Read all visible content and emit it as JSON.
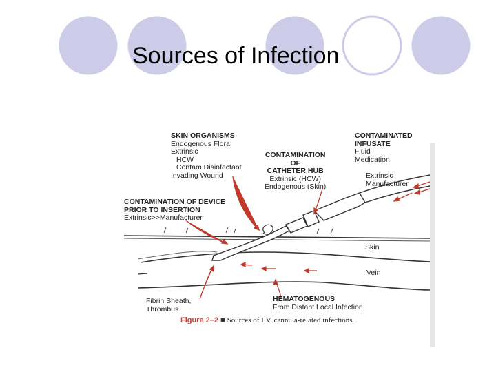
{
  "slide": {
    "title": "Sources of Infection"
  },
  "figure": {
    "skin_organisms": {
      "title": "SKIN ORGANISMS",
      "lines": [
        "Endogenous Flora",
        "Extrinsic",
        "HCW",
        "Contam Disinfectant",
        "Invading Wound"
      ]
    },
    "catheter_hub": {
      "title_lines": [
        "CONTAMINATION",
        "OF",
        "CATHETER HUB"
      ],
      "lines": [
        "Extrinsic (HCW)",
        "Endogenous (Skin)"
      ]
    },
    "infusate": {
      "title_lines": [
        "CONTAMINATED",
        "INFUSATE"
      ],
      "lines": [
        "Fluid",
        "Medication"
      ]
    },
    "extrinsic_manufacturer": {
      "lines": [
        "Extrinsic",
        "Manufacturer"
      ]
    },
    "device": {
      "title_lines": [
        "CONTAMINATION OF DEVICE",
        "PRIOR TO INSERTION"
      ],
      "line": "Extrinsic>>Manufacturer"
    },
    "skin_label": "Skin",
    "vein_label": "Vein",
    "fibrin": {
      "lines": [
        "Fibrin Sheath,",
        "Thrombus"
      ]
    },
    "hematogenous": {
      "title": "HEMATOGENOUS",
      "line": "From Distant Local Infection"
    },
    "caption": {
      "figure": "Figure 2–2",
      "text": "Sources of I.V. cannula-related infections."
    }
  }
}
